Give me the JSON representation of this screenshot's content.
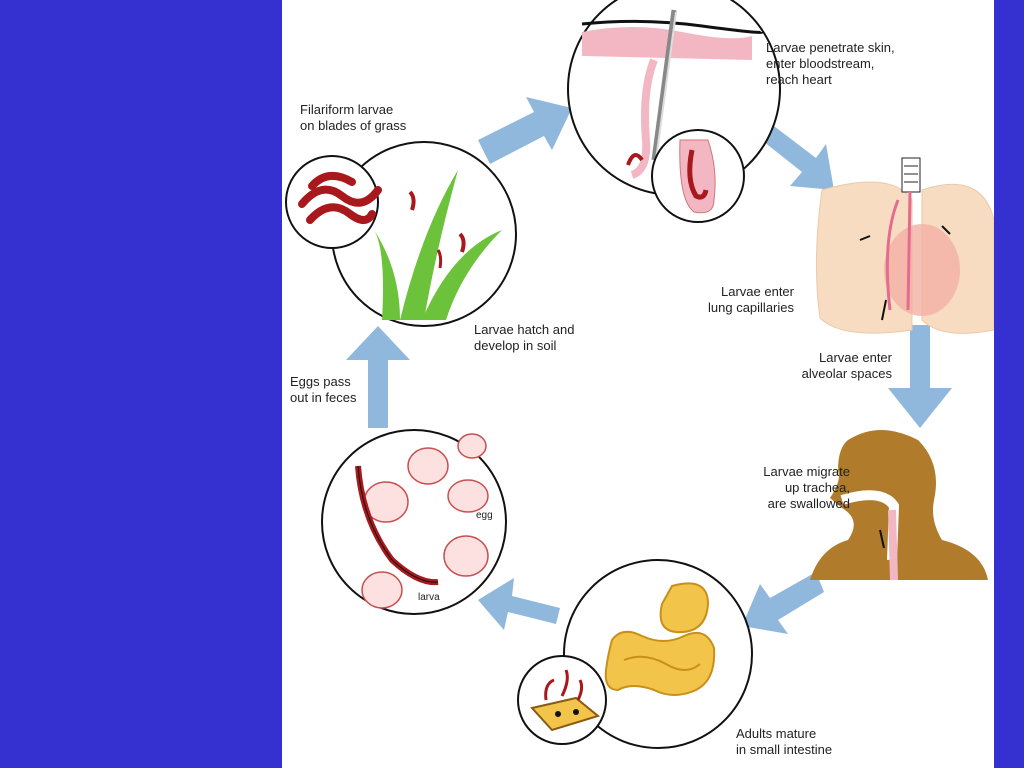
{
  "colors": {
    "background": "#3431d0",
    "panel": "#ffffff",
    "arrow": "#8fb8dc",
    "worm": "#a8181c",
    "grass": "#6cc23a",
    "skin": "#f3b7c4",
    "lung": "#f7dcc2",
    "head": "#b07c2c",
    "intestine": "#f2c44a",
    "egg": "#f4a8a8"
  },
  "labels": {
    "filariform": [
      "Filariform larvae",
      "on blades of grass"
    ],
    "penetrate": [
      "Larvae penetrate skin,",
      "enter bloodstream,",
      "reach heart"
    ],
    "lung_capillaries": [
      "Larvae enter",
      "lung capillaries"
    ],
    "alveolar": [
      "Larvae enter",
      "alveolar spaces"
    ],
    "trachea": [
      "Larvae migrate",
      "up trachea,",
      "are swallowed"
    ],
    "adults": [
      "Adults mature",
      "in small intestine"
    ],
    "eggs_pass": [
      "Eggs pass",
      "out in feces"
    ],
    "hatch": [
      "Larvae hatch and",
      "develop in soil"
    ],
    "egg": "egg",
    "larva": "larva"
  },
  "icons": [
    "grass-icon",
    "skin-section-icon",
    "lungs-icon",
    "head-profile-icon",
    "intestine-icon",
    "soil-block-icon",
    "egg-icon",
    "larva-icon",
    "cycle-arrow-icon"
  ]
}
